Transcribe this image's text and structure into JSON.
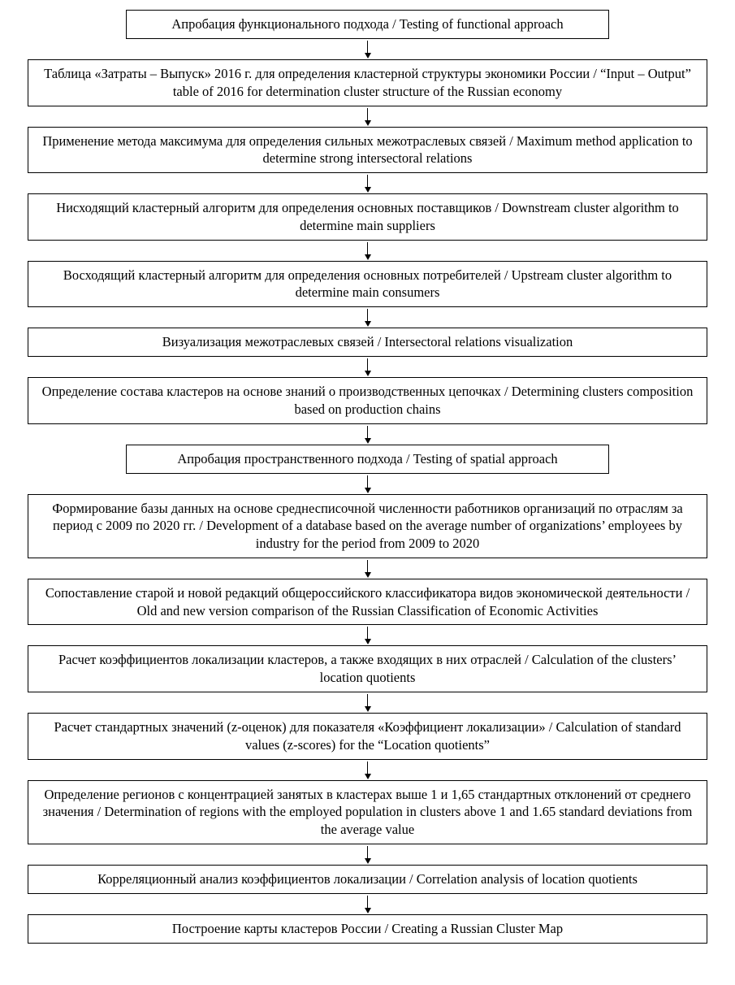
{
  "flowchart": {
    "steps": [
      {
        "text": "Апробация функционального подхода / Testing of functional approach"
      },
      {
        "text": "Таблица «Затраты – Выпуск» 2016 г. для определения кластерной структуры экономики России / “Input – Output” table of 2016 for determination cluster structure of the Russian economy"
      },
      {
        "text": "Применение метода максимума для определения сильных межотраслевых связей / Maximum method application to determine strong intersectoral relations"
      },
      {
        "text": "Нисходящий кластерный алгоритм для определения основных поставщиков / Downstream cluster algorithm to determine main suppliers"
      },
      {
        "text": "Восходящий кластерный алгоритм для определения основных потребителей / Upstream cluster algorithm to determine main consumers"
      },
      {
        "text": "Визуализация межотраслевых связей / Intersectoral relations visualization"
      },
      {
        "text": "Определение состава кластеров на основе знаний о производственных цепочках / Determining clusters composition based on production chains"
      },
      {
        "text": "Апробация пространственного подхода / Testing of spatial approach"
      },
      {
        "text": "Формирование базы данных на основе среднесписочной численности работников организаций по отраслям за период с 2009 по 2020 гг. / Development of a database based on the average number of organizations’ employees by industry for the period from 2009 to 2020"
      },
      {
        "text": "Сопоставление старой и новой редакций общероссийского классификатора видов экономической деятельности / Old and new version comparison of the Russian Classification of Economic Activities"
      },
      {
        "text": "Расчет коэффициентов локализации кластеров, а также входящих в них отраслей / Calculation of the clusters’ location quotients"
      },
      {
        "text": "Расчет стандартных значений (z-оценок) для показателя «Коэффициент локализации» / Calculation of standard values (z-scores) for the “Location quotients”"
      },
      {
        "text": "Определение регионов с концентрацией занятых в кластерах выше 1 и 1,65 стандартных отклонений от среднего значения / Determination of regions with the employed population in clusters above 1 and 1.65 standard deviations from the average value"
      },
      {
        "text": "Корреляционный анализ коэффициентов локализации / Correlation analysis of location quotients"
      },
      {
        "text": "Построение карты кластеров России / Creating a Russian Cluster Map"
      }
    ]
  }
}
